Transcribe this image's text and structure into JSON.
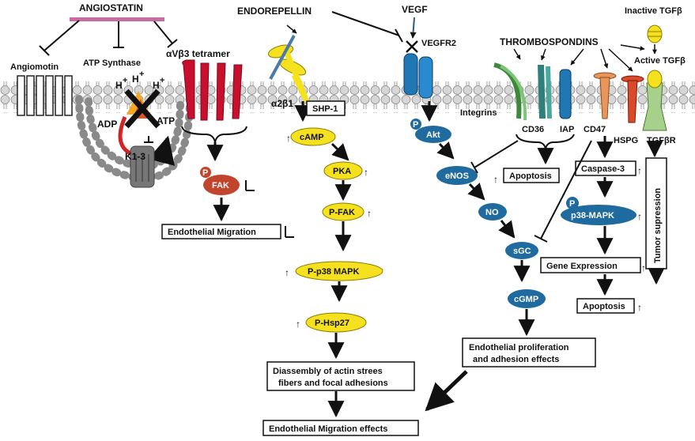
{
  "labels": {
    "angiostatin": "ANGIOSTATIN",
    "angiomotin": "Angiomotin",
    "atp_synthase": "ATP Synthase",
    "avb3": "αVβ3 tetramer",
    "endorepellin": "ENDOREPELLIN",
    "vegf": "VEGF",
    "vegfr2": "VEGFR2",
    "thrombospondins": "THROMBOSPONDINS",
    "inactive_tgfb": "Inactive TGFβ",
    "active_tgfb": "Active TGFβ",
    "a2b1": "α2β1",
    "integrins": "Integrins",
    "cd36": "CD36",
    "iap": "IAP",
    "cd47": "CD47",
    "hspg": "HSPG",
    "tgfbr": "TGFβR",
    "h_plus": "H",
    "plus": "+",
    "adp": "ADP",
    "atp": "ATP",
    "k13": "K1-3",
    "p": "P"
  },
  "nodes": {
    "shp1": "SHP-1",
    "camp": "cAMP",
    "pka": "PKA",
    "pfak": "P-FAK",
    "pp38": "P-p38 MAPK",
    "phsp27": "P-Hsp27",
    "fak": "FAK",
    "akt": "Akt",
    "enos": "eNOS",
    "no": "NO",
    "sgc": "sGC",
    "cgmp": "cGMP",
    "caspase3": "Caspase-3",
    "p38": "p38-MAPK"
  },
  "outcomes": {
    "endo_migration": "Endothelial Migration",
    "apoptosis1": "Apoptosis",
    "actin_line1": "Diassembly of actin strees",
    "actin_line2": "fibers and focal adhesions",
    "migration_effects": "Endothelial Migration effects",
    "gene_expression": "Gene Expression",
    "apoptosis2": "Apoptosis",
    "prolif_line1": "Endothelial proliferation",
    "prolif_line2": "and adhesion effects",
    "tumor_supression": "Tumor supression"
  },
  "symbols": {
    "up": "↑"
  },
  "colors": {
    "yellow_node": "#f5e11e",
    "blue_node": "#1f6a9e",
    "fak": "#c1442c",
    "red_receptor": "#c8102e",
    "membrane": "#cfcfcf"
  }
}
